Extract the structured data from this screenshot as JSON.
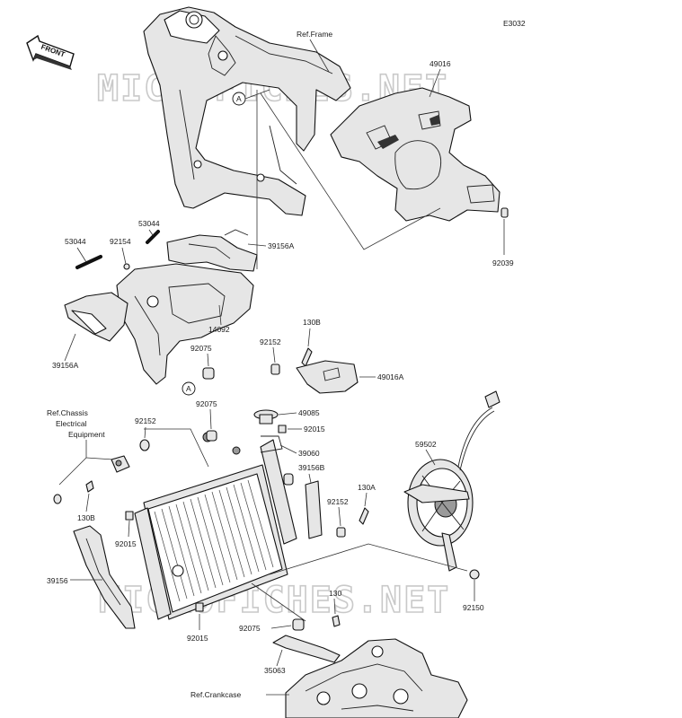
{
  "diagram_code": "E3032",
  "front_badge": "FRONT",
  "watermark": "MICROFICHES.NET",
  "circle_ref": "A",
  "labels": {
    "ref_frame": "Ref.Frame",
    "p49016": "49016",
    "p53044_left": "53044",
    "p92154": "92154",
    "p53044_top": "53044",
    "p39156A_top": "39156A",
    "p92039": "92039",
    "p14092": "14092",
    "p39156A_left": "39156A",
    "p130B_top": "130B",
    "p92075_a": "92075",
    "p92152_a": "92152",
    "p49016A": "49016A",
    "ref_chassis_1": "Ref.Chassis",
    "ref_chassis_2": "Electrical",
    "ref_chassis_3": "Equipment",
    "p92152_b": "92152",
    "p92075_b": "92075",
    "p49085": "49085",
    "p92015_a": "92015",
    "p39060": "39060",
    "p39156B": "39156B",
    "p59502": "59502",
    "p130A": "130A",
    "p92152_c": "92152",
    "p130B_left": "130B",
    "p92015_b": "92015",
    "p39156": "39156",
    "p130": "130",
    "p92150": "92150",
    "p92075_c": "92075",
    "p92015_c": "92015",
    "p35063": "35063",
    "ref_crankcase": "Ref.Crankcase"
  }
}
